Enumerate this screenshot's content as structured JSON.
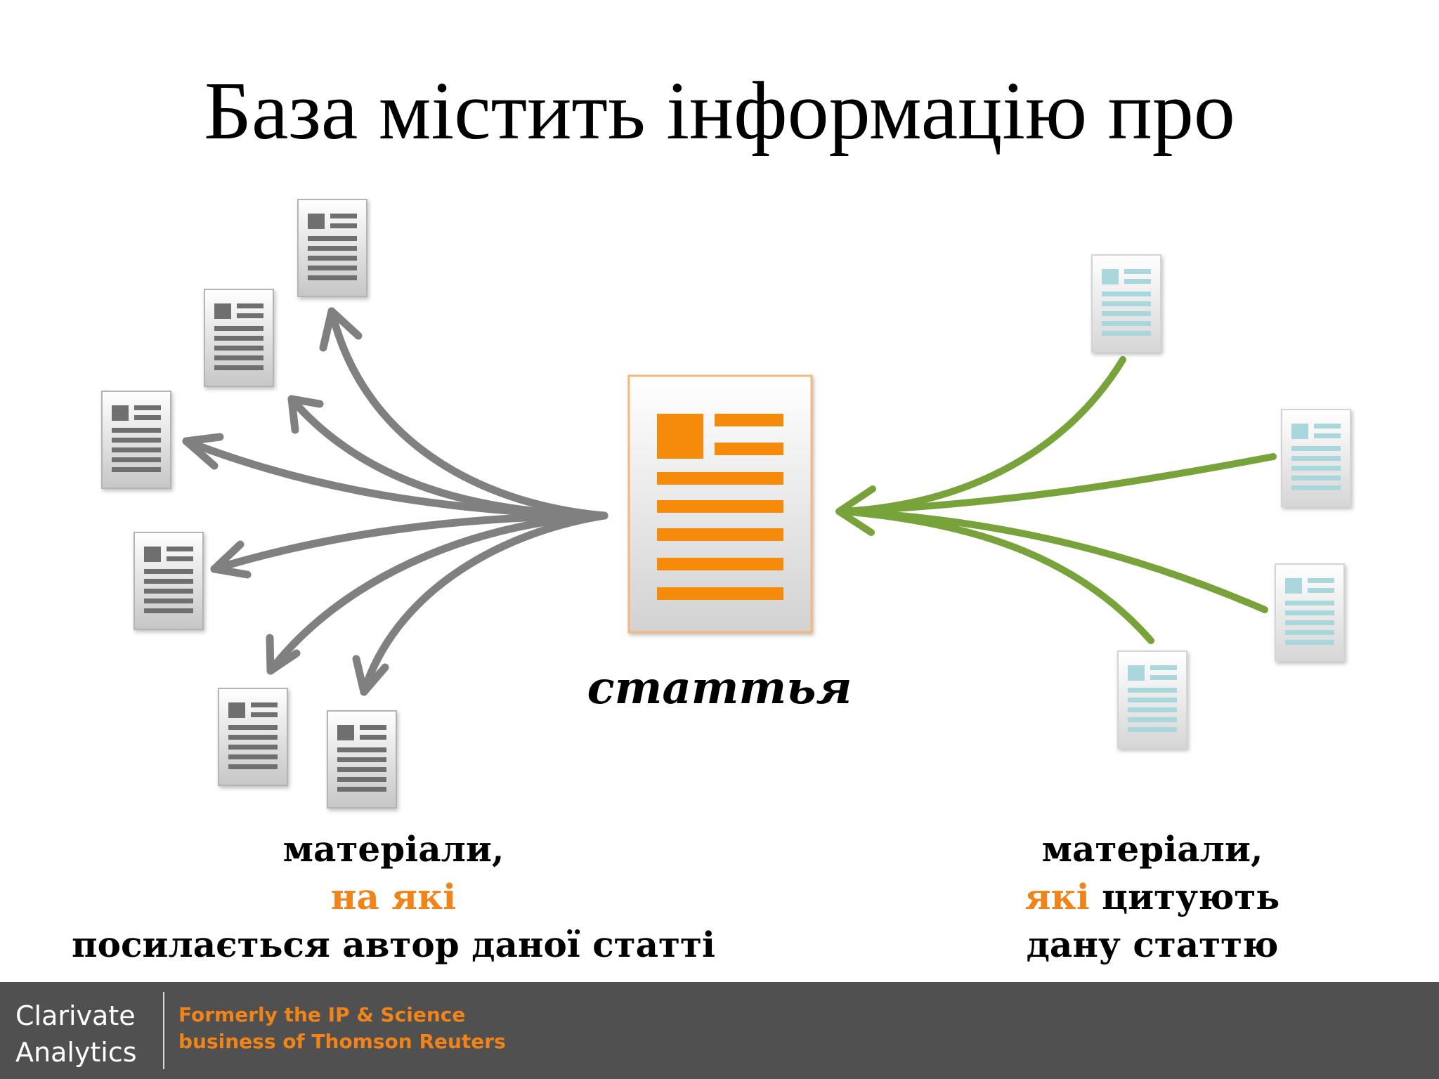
{
  "title": "База містить інформацію про",
  "center_label": "статтья",
  "left_caption": {
    "line1": "матеріали,",
    "line2": "на які",
    "line3": "посилається автор даної статті"
  },
  "right_caption": {
    "line1": "матеріали,",
    "line2_highlight": "які",
    "line2_rest": " цитують",
    "line3": "дану статтю"
  },
  "footer": {
    "brand_line1": "Clarivate",
    "brand_line2": "Analytics",
    "formerly_line1": "Formerly the IP & Science",
    "formerly_line2": "business of Thomson Reuters"
  },
  "colors": {
    "accent_orange": "#f08419",
    "arrow_gray": "#808080",
    "arrow_green": "#77a33a",
    "doc_teal": "#a9d7dc",
    "footer_bg": "#505050"
  },
  "icons": {
    "center": "article-document-icon",
    "references": "reference-document-icon",
    "citing": "citing-document-icon"
  }
}
